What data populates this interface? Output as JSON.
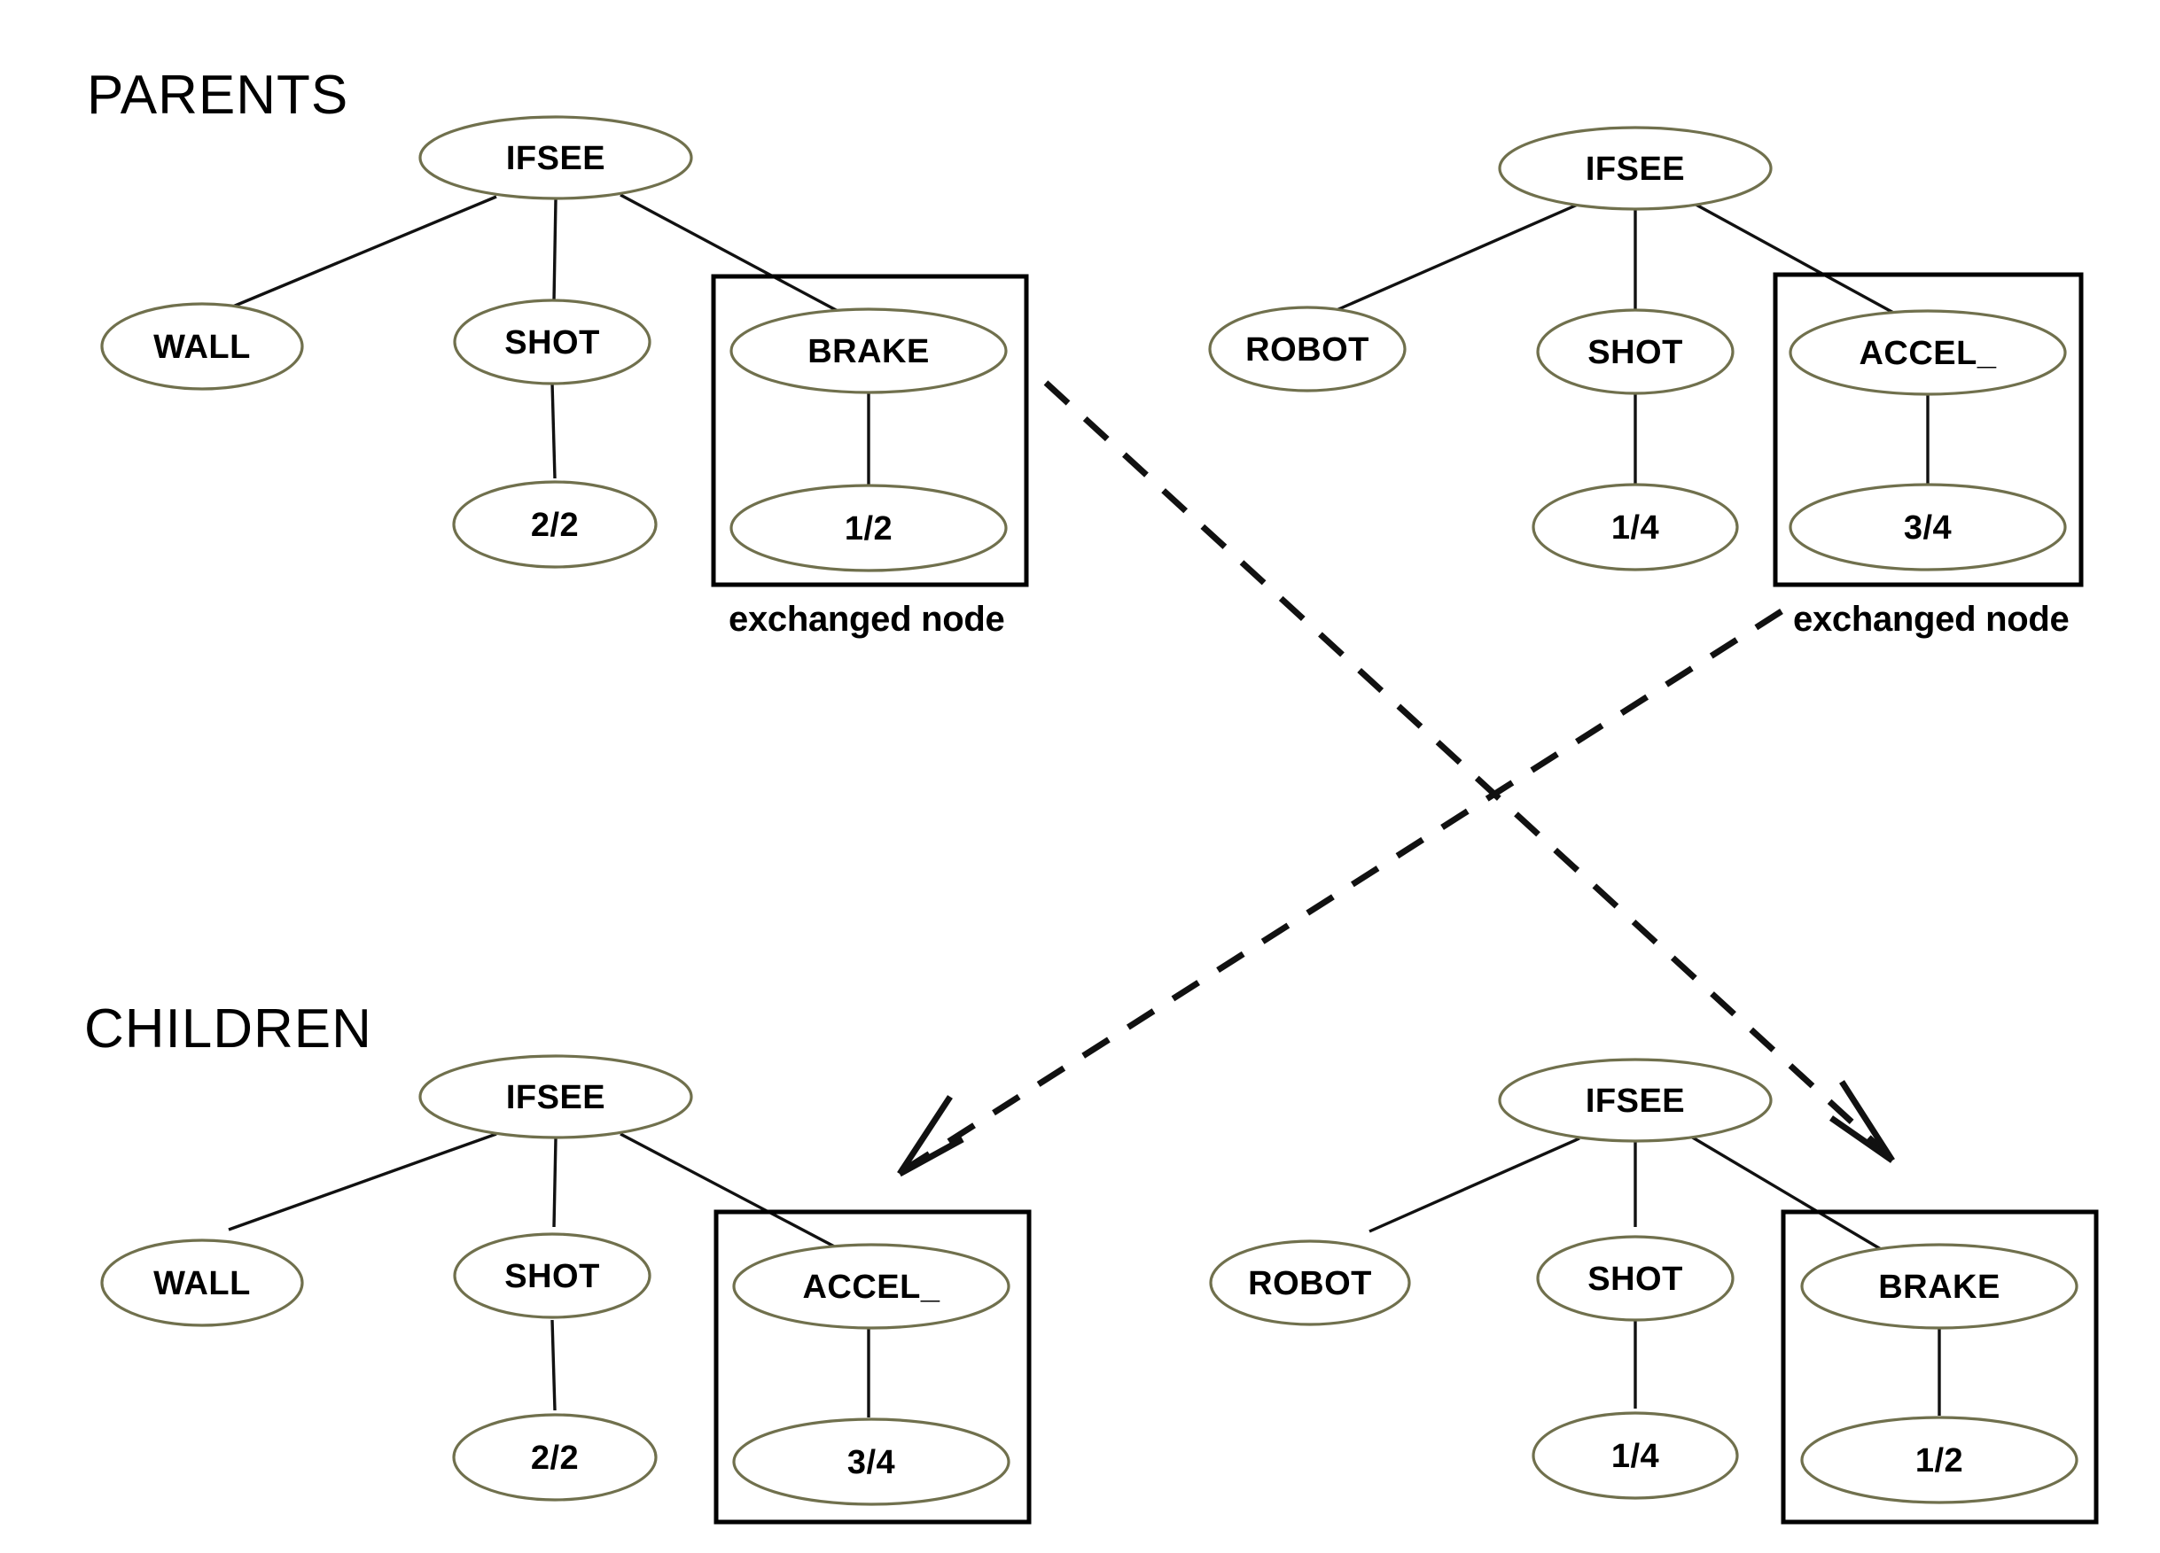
{
  "diagram": {
    "title_parents": "PARENTS",
    "title_children": "CHILDREN",
    "caption_exchanged": "exchanged node",
    "colors": {
      "ellipse_stroke": "#70704d",
      "edge_stroke": "#111111",
      "box_stroke": "#000000",
      "text": "#000000",
      "background": "#ffffff"
    },
    "trees": {
      "parent_left": {
        "root": "IFSEE",
        "child_1": "WALL",
        "child_2": "SHOT",
        "child_2_leaf": "2/2",
        "child_3": "BRAKE",
        "child_3_leaf": "1/2"
      },
      "parent_right": {
        "root": "IFSEE",
        "child_1": "ROBOT",
        "child_2": "SHOT",
        "child_2_leaf": "1/4",
        "child_3": "ACCEL_",
        "child_3_leaf": "3/4"
      },
      "child_left": {
        "root": "IFSEE",
        "child_1": "WALL",
        "child_2": "SHOT",
        "child_2_leaf": "2/2",
        "child_3": "ACCEL_",
        "child_3_leaf": "3/4"
      },
      "child_right": {
        "root": "IFSEE",
        "child_1": "ROBOT",
        "child_2": "SHOT",
        "child_2_leaf": "1/4",
        "child_3": "BRAKE",
        "child_3_leaf": "1/2"
      }
    }
  }
}
